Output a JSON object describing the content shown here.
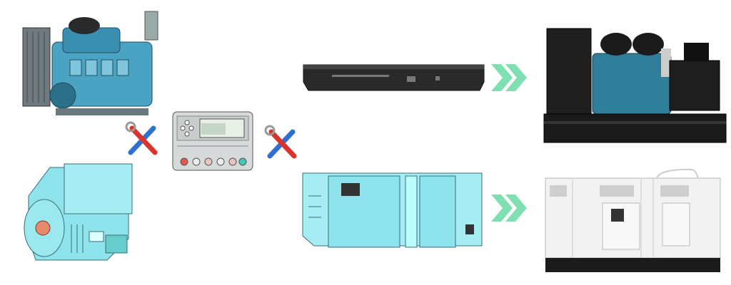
{
  "diagram": {
    "components": [
      {
        "name": "diesel-engine",
        "icon": "engine-icon"
      },
      {
        "name": "alternator",
        "icon": "alternator-icon"
      },
      {
        "name": "controller",
        "icon": "control-panel-icon"
      },
      {
        "name": "base-frame",
        "icon": "skid-base-icon"
      },
      {
        "name": "silent-canopy",
        "icon": "canopy-icon"
      }
    ],
    "results": [
      {
        "name": "open-type-generator-set",
        "icon": "open-genset-icon"
      },
      {
        "name": "silent-type-generator-set",
        "icon": "silent-genset-icon"
      }
    ],
    "connectors": [
      "wrench-screwdriver-icon",
      "wrench-screwdriver-icon",
      "double-chevron-right-icon",
      "double-chevron-right-icon"
    ]
  },
  "colors": {
    "sketch_cyan": "#8fe3ec",
    "sketch_outline": "#3a6f78",
    "chevron_green": "#7ee0b0",
    "wrench_red": "#d9342b",
    "screwdriver_blue": "#2f6fd0",
    "engine_blue": "#2f7f9b",
    "frame_black": "#1b1b1b",
    "canopy_white": "#f2f2f2"
  }
}
